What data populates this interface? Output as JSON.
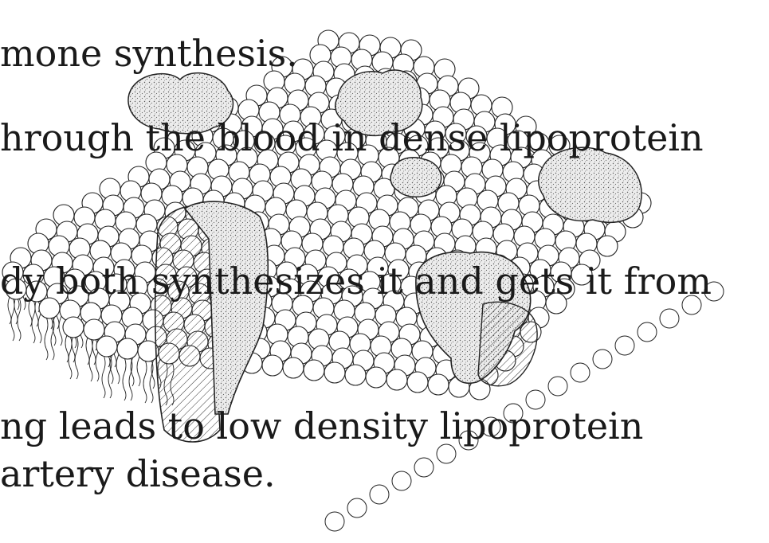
{
  "slide": {
    "text_lines": [
      "mone synthesis.",
      "hrough the blood in dense lipoprotein",
      "dy both synthesizes it and gets it from",
      "ng leads to low density lipoprotein",
      "artery disease."
    ]
  },
  "illustration": {
    "subject": "phospholipid bilayer with embedded proteins",
    "colors": {
      "ink": "#222222",
      "head_fill": "#ffffff",
      "protein_fill": "#e6e6e6"
    }
  }
}
